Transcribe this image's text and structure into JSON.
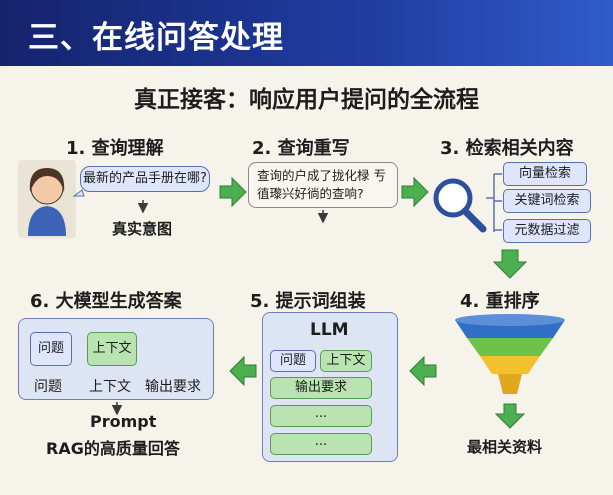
{
  "header": {
    "title": "三、在线问答处理"
  },
  "subtitle": "真正接客：响应用户提问的全流程",
  "steps": {
    "s1": {
      "title": "1. 查询理解",
      "question": "最新的产品手册在哪?",
      "intent": "真实意图"
    },
    "s2": {
      "title": "2. 查询重写",
      "rewritten": "查询的户成了拢化椂 亐徝瓈兴好徜的查响?"
    },
    "s3": {
      "title": "3. 检索相关内容",
      "methods": [
        "向量检索",
        "关键词检索",
        "元数据过滤"
      ]
    },
    "s4": {
      "title": "4. 重排序",
      "result": "最相关资料"
    },
    "s5": {
      "title": "5. 提示词组装",
      "llm": "LLM",
      "slot_question": "问题",
      "slot_context": "上下文",
      "slot_requirements": "输出要求",
      "slot_more": [
        "...",
        "..."
      ]
    },
    "s6": {
      "title": "6. 大模型生成答案",
      "parts": [
        {
          "tag": "问题",
          "label": "问题"
        },
        {
          "tag": "上下文",
          "label": "上下文"
        },
        {
          "tag": "",
          "label": "输出要求"
        }
      ],
      "prompt": "Prompt",
      "answer": "RAG的高质量回答"
    }
  },
  "colors": {
    "header_start": "#15236d",
    "header_end": "#2f5cc9",
    "arrow_green": "#4caf50",
    "funnel_blue": "#2f6fc6",
    "funnel_green": "#6cc24a",
    "funnel_yellow": "#f2c12e",
    "box_fill": "#dde4f3",
    "background": "#f6f3ea"
  },
  "icons": [
    "user-avatar-icon",
    "document-icon",
    "magnifier-icon",
    "funnel-icon"
  ]
}
